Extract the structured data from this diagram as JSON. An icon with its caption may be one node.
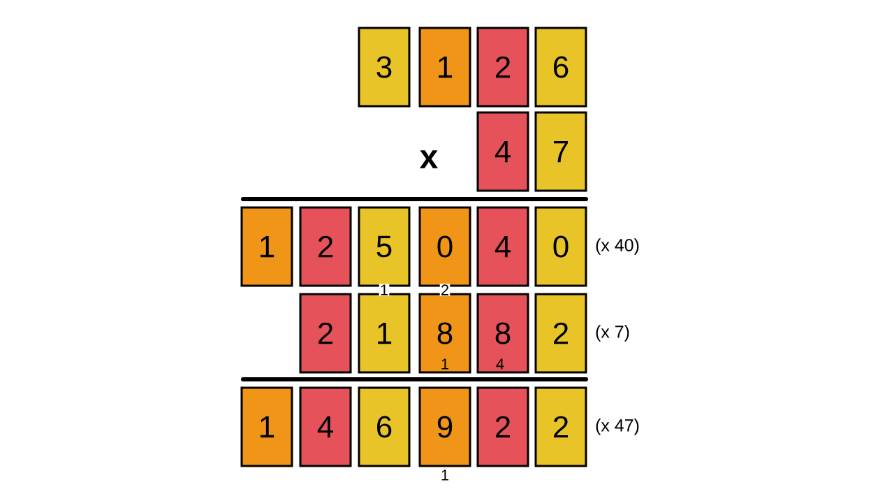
{
  "diagram": {
    "nodes": [
      {
        "text": [
          "3"
        ]
      },
      {
        "text": [
          "1"
        ]
      },
      {
        "text": [
          "2"
        ]
      },
      {
        "text": [
          "6"
        ]
      },
      {
        "text": [
          "4"
        ]
      },
      {
        "text": [
          "7"
        ]
      },
      {
        "text": [
          "1"
        ]
      },
      {
        "text": [
          "2"
        ]
      },
      {
        "text": [
          "5"
        ]
      },
      {
        "text": [
          "0"
        ]
      },
      {
        "text": [
          "4"
        ]
      },
      {
        "text": [
          "0"
        ]
      },
      {
        "text": [
          "2"
        ]
      },
      {
        "text": [
          "1"
        ]
      },
      {
        "text": [
          "8"
        ]
      },
      {
        "text": [
          "8"
        ]
      },
      {
        "text": [
          "2"
        ]
      },
      {
        "text": [
          "1"
        ]
      },
      {
        "text": [
          "4"
        ]
      },
      {
        "text": [
          "6"
        ]
      },
      {
        "text": [
          "9"
        ]
      },
      {
        "text": [
          "2"
        ]
      },
      {
        "text": [
          "2"
        ]
      }
    ],
    "labels": [
      "x",
      "(x 40)",
      "1",
      "2",
      "(x 7)",
      "1",
      "4",
      "(x 47)",
      "1"
    ]
  }
}
